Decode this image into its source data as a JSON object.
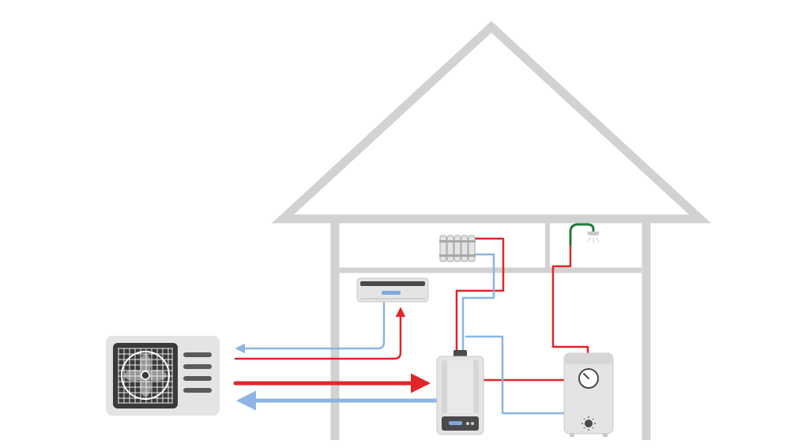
{
  "diagram": {
    "colors": {
      "background": "#ffffff",
      "house_outline": "#d2d2d2",
      "hot_pipe": "#e0262b",
      "cold_pipe": "#8db4e2",
      "shower_pipe": "#237a3a",
      "appliance_body": "#e4e4e4",
      "appliance_panel": "#c9c9c9",
      "dark_detail": "#4a4a4a",
      "display_blue": "#7fa8dc"
    },
    "components": [
      {
        "id": "outdoor-heat-pump-unit",
        "icon": "heat-pump-fan-icon"
      },
      {
        "id": "indoor-ac-unit",
        "icon": "air-conditioner-icon"
      },
      {
        "id": "radiator",
        "icon": "radiator-icon"
      },
      {
        "id": "boiler-unit",
        "icon": "boiler-icon"
      },
      {
        "id": "hot-water-cylinder",
        "icon": "water-tank-icon"
      },
      {
        "id": "shower",
        "icon": "shower-head-icon"
      }
    ],
    "connections": [
      {
        "from": "outdoor-heat-pump-unit",
        "to": "boiler-unit",
        "type": "hot"
      },
      {
        "from": "boiler-unit",
        "to": "outdoor-heat-pump-unit",
        "type": "cold"
      },
      {
        "from": "outdoor-heat-pump-unit",
        "to": "indoor-ac-unit",
        "type": "hot"
      },
      {
        "from": "indoor-ac-unit",
        "to": "outdoor-heat-pump-unit",
        "type": "cold"
      },
      {
        "from": "boiler-unit",
        "to": "radiator",
        "type": "hot"
      },
      {
        "from": "radiator",
        "to": "boiler-unit",
        "type": "cold"
      },
      {
        "from": "boiler-unit",
        "to": "hot-water-cylinder",
        "type": "hot"
      },
      {
        "from": "hot-water-cylinder",
        "to": "boiler-unit",
        "type": "cold"
      },
      {
        "from": "hot-water-cylinder",
        "to": "shower",
        "type": "hot"
      }
    ]
  }
}
